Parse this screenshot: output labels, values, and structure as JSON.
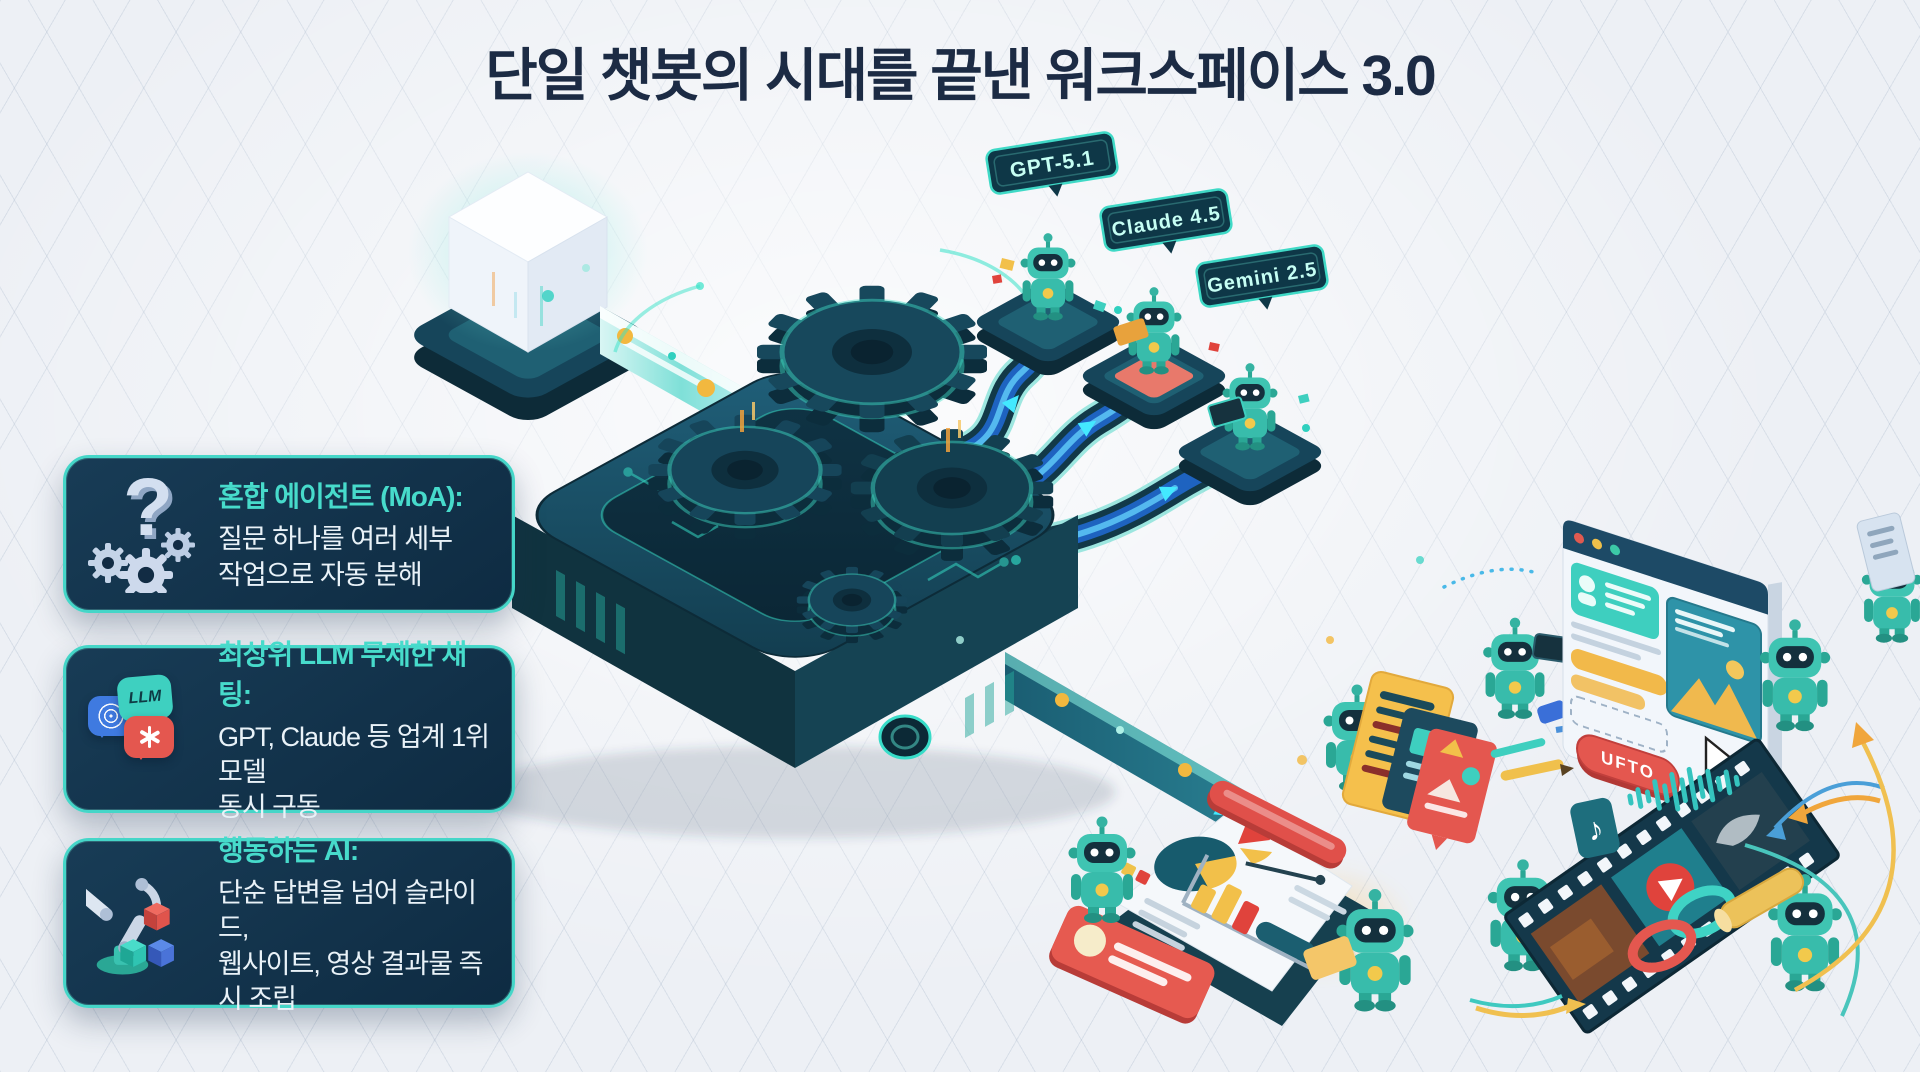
{
  "title": "단일 챗봇의 시대를 끝낸 워크스페이스 3.0",
  "features": [
    {
      "heading": "혼합 에이전트 (MoA):",
      "body_line1": "질문 하나를 여러 세부",
      "body_line2": "작업으로 자동 분해",
      "icon": "question-gears-icon"
    },
    {
      "heading": "최상위 LLM 무제한 채팅:",
      "body_line1": "GPT, Claude 등 업계 1위 모델",
      "body_line2": "동시 구동",
      "icon": "chat-bubbles-icon"
    },
    {
      "heading": "행동하는 AI:",
      "body_line1": "단순 답변을 넘어 슬라이드,",
      "body_line2": "웹사이트, 영상 결과물 즉시 조립",
      "icon": "robot-arm-icon"
    }
  ],
  "models": [
    {
      "label": "GPT-5.1"
    },
    {
      "label": "Claude 4.5"
    },
    {
      "label": "Gemini 2.5"
    }
  ],
  "icons": {
    "llm_bubble_text": "LLM",
    "music_note": "♪"
  },
  "website_mockup": {
    "cta_label": "UFTO"
  },
  "colors": {
    "accent_teal": "#45D6C8",
    "card_bg_navy": "#12304A",
    "title_navy": "#1C2B44",
    "pipe_blue": "#1E63C0",
    "alert_red": "#E4574F",
    "warm_yellow": "#F2C04A",
    "machine_teal": "#1D5C72"
  }
}
